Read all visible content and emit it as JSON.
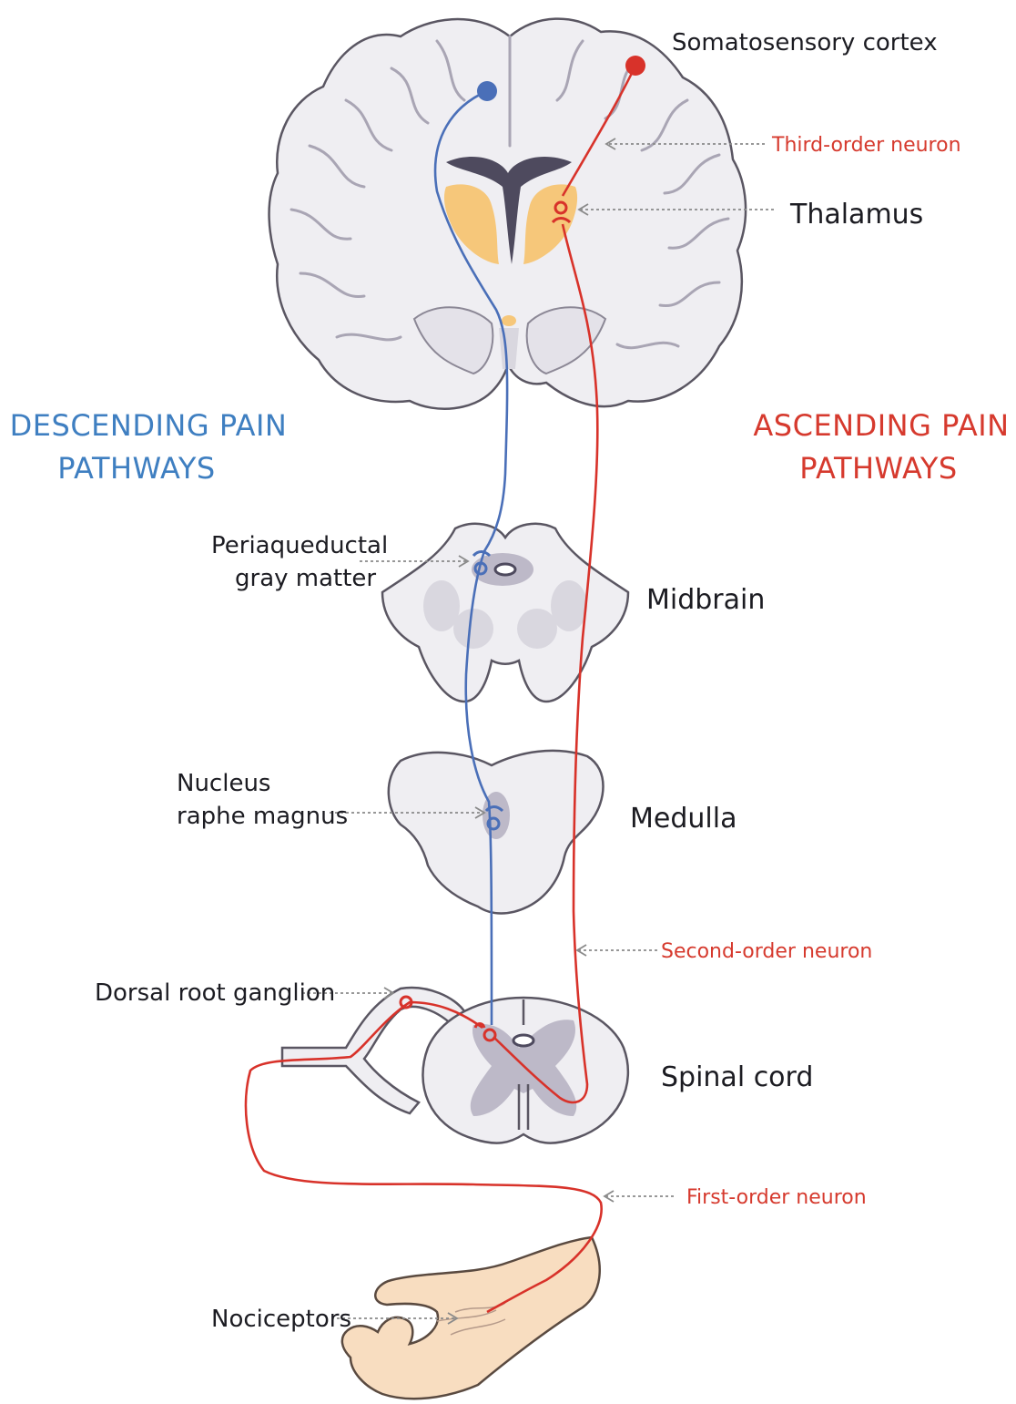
{
  "headings": {
    "descending_line1": "DESCENDING PAIN",
    "descending_line2": "PATHWAYS",
    "ascending_line1": "ASCENDING PAIN",
    "ascending_line2": "PATHWAYS"
  },
  "labels": {
    "somatosensory_cortex": "Somatosensory cortex",
    "third_order_neuron": "Third-order neuron",
    "thalamus": "Thalamus",
    "periaqueductal_line1": "Periaqueductal",
    "periaqueductal_line2": "gray matter",
    "midbrain": "Midbrain",
    "nucleus_line1": "Nucleus",
    "nucleus_line2": "raphe magnus",
    "medulla": "Medulla",
    "second_order_neuron": "Second-order neuron",
    "dorsal_root_ganglion": "Dorsal root ganglion",
    "spinal_cord": "Spinal cord",
    "first_order_neuron": "First-order neuron",
    "nociceptors": "Nociceptors"
  },
  "colors": {
    "descending": "#4a6fb8",
    "ascending": "#d8322a",
    "thalamus_fill": "#f6c77a",
    "tissue": "#efeef2",
    "skin": "#f8ddc0"
  }
}
